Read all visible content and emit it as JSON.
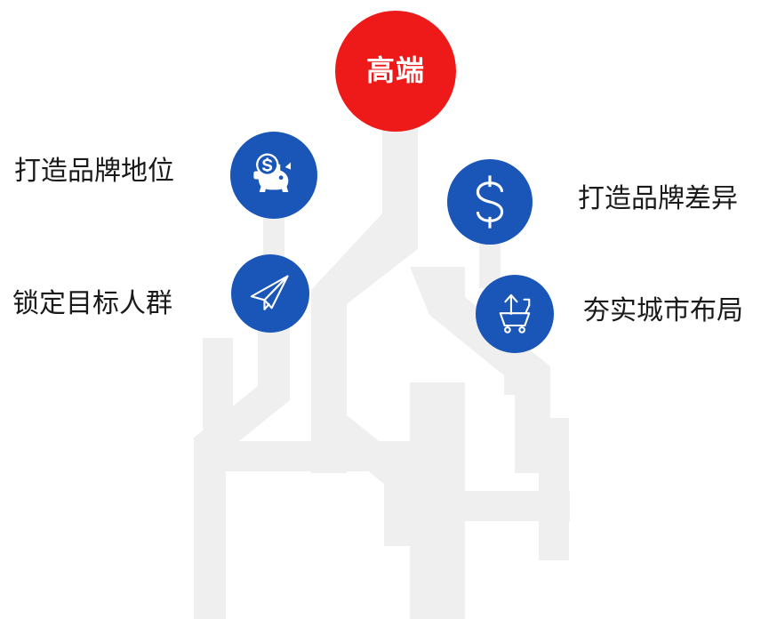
{
  "colors": {
    "root_circle": "#EE1A1A",
    "node_circle": "#1A56B8",
    "tree_background": "#EFEFEF",
    "label_text": "#1A1A1A",
    "icon": "#FFFFFF",
    "page_background": "#FFFFFF"
  },
  "root": {
    "label": "高端",
    "icon_name": "root-circle"
  },
  "nodes": [
    {
      "id": "brand-status",
      "label": "打造品牌地位",
      "icon_name": "piggy-bank-icon",
      "side": "left"
    },
    {
      "id": "target-group",
      "label": "锁定目标人群",
      "icon_name": "paper-plane-icon",
      "side": "left"
    },
    {
      "id": "brand-differentiation",
      "label": "打造品牌差异",
      "icon_name": "dollar-sign-icon",
      "side": "right"
    },
    {
      "id": "city-layout",
      "label": "夯实城市布局",
      "icon_name": "shopping-cart-up-icon",
      "side": "right"
    }
  ]
}
